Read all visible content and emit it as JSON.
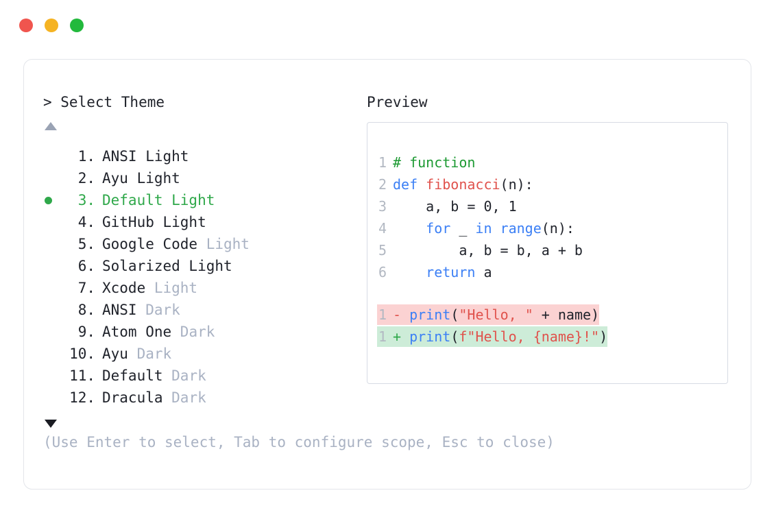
{
  "window": {
    "dots": [
      {
        "name": "close-dot",
        "color": "#f0554e"
      },
      {
        "name": "minimize-dot",
        "color": "#f5b323"
      },
      {
        "name": "maximize-dot",
        "color": "#22b93c"
      }
    ]
  },
  "selector": {
    "title": "> Select Theme",
    "scroll_up_icon": "triangle-up-icon",
    "scroll_down_icon": "triangle-down-icon",
    "selected_index": 3,
    "selected_bullet_color": "#2fa84a",
    "muted_color": "#a9b2c3",
    "items": [
      {
        "num": "1.",
        "name": "ANSI Light",
        "main": "ANSI Light",
        "suffix": "",
        "selected": false
      },
      {
        "num": "2.",
        "name": "Ayu Light",
        "main": "Ayu Light",
        "suffix": "",
        "selected": false
      },
      {
        "num": "3.",
        "name": "Default Light",
        "main": "Default Light",
        "suffix": "",
        "selected": true
      },
      {
        "num": "4.",
        "name": "GitHub Light",
        "main": "GitHub Light",
        "suffix": "",
        "selected": false
      },
      {
        "num": "5.",
        "name": "Google Code Light",
        "main": "Google Code ",
        "suffix": "Light",
        "selected": false
      },
      {
        "num": "6.",
        "name": "Solarized Light",
        "main": "Solarized Light",
        "suffix": "",
        "selected": false
      },
      {
        "num": "7.",
        "name": "Xcode Light",
        "main": "Xcode ",
        "suffix": "Light",
        "selected": false
      },
      {
        "num": "8.",
        "name": "ANSI Dark",
        "main": "ANSI ",
        "suffix": "Dark",
        "selected": false
      },
      {
        "num": "9.",
        "name": "Atom One Dark",
        "main": "Atom One ",
        "suffix": "Dark",
        "selected": false
      },
      {
        "num": "10.",
        "name": "Ayu Dark",
        "main": "Ayu ",
        "suffix": "Dark",
        "selected": false
      },
      {
        "num": "11.",
        "name": "Default Dark",
        "main": "Default ",
        "suffix": "Dark",
        "selected": false
      },
      {
        "num": "12.",
        "name": "Dracula Dark",
        "main": "Dracula ",
        "suffix": "Dark",
        "selected": false
      }
    ]
  },
  "preview": {
    "title": "Preview",
    "code": [
      {
        "lineno": "1",
        "tokens": [
          {
            "t": "# function",
            "c": "comment"
          }
        ]
      },
      {
        "lineno": "2",
        "tokens": [
          {
            "t": "def ",
            "c": "keyword"
          },
          {
            "t": "fibonacci",
            "c": "func"
          },
          {
            "t": "(n):",
            "c": "plain"
          }
        ]
      },
      {
        "lineno": "3",
        "tokens": [
          {
            "t": "    a, b = 0, 1",
            "c": "plain"
          }
        ]
      },
      {
        "lineno": "4",
        "tokens": [
          {
            "t": "    ",
            "c": "plain"
          },
          {
            "t": "for",
            "c": "keyword"
          },
          {
            "t": " _ ",
            "c": "plain"
          },
          {
            "t": "in range",
            "c": "keyword"
          },
          {
            "t": "(n):",
            "c": "plain"
          }
        ]
      },
      {
        "lineno": "5",
        "tokens": [
          {
            "t": "        a, b = b, a + b",
            "c": "plain"
          }
        ]
      },
      {
        "lineno": "6",
        "tokens": [
          {
            "t": "    ",
            "c": "plain"
          },
          {
            "t": "return",
            "c": "keyword"
          },
          {
            "t": " a",
            "c": "plain"
          }
        ]
      }
    ],
    "diff": [
      {
        "lineno": "1",
        "sign": "-",
        "kind": "del",
        "tokens": [
          {
            "t": "print",
            "c": "keyword"
          },
          {
            "t": "(",
            "c": "plain"
          },
          {
            "t": "\"Hello, \"",
            "c": "string"
          },
          {
            "t": " + name)",
            "c": "plain"
          }
        ]
      },
      {
        "lineno": "1",
        "sign": "+",
        "kind": "add",
        "tokens": [
          {
            "t": "print",
            "c": "keyword"
          },
          {
            "t": "(",
            "c": "plain"
          },
          {
            "t": "f\"Hello, {name}!\"",
            "c": "string"
          },
          {
            "t": ")",
            "c": "plain"
          }
        ]
      }
    ],
    "diff_del_bg": "#fbd2d2",
    "diff_add_bg": "#cdecd8"
  },
  "footer": {
    "hint": "(Use Enter to select, Tab to configure scope, Esc to close)"
  }
}
